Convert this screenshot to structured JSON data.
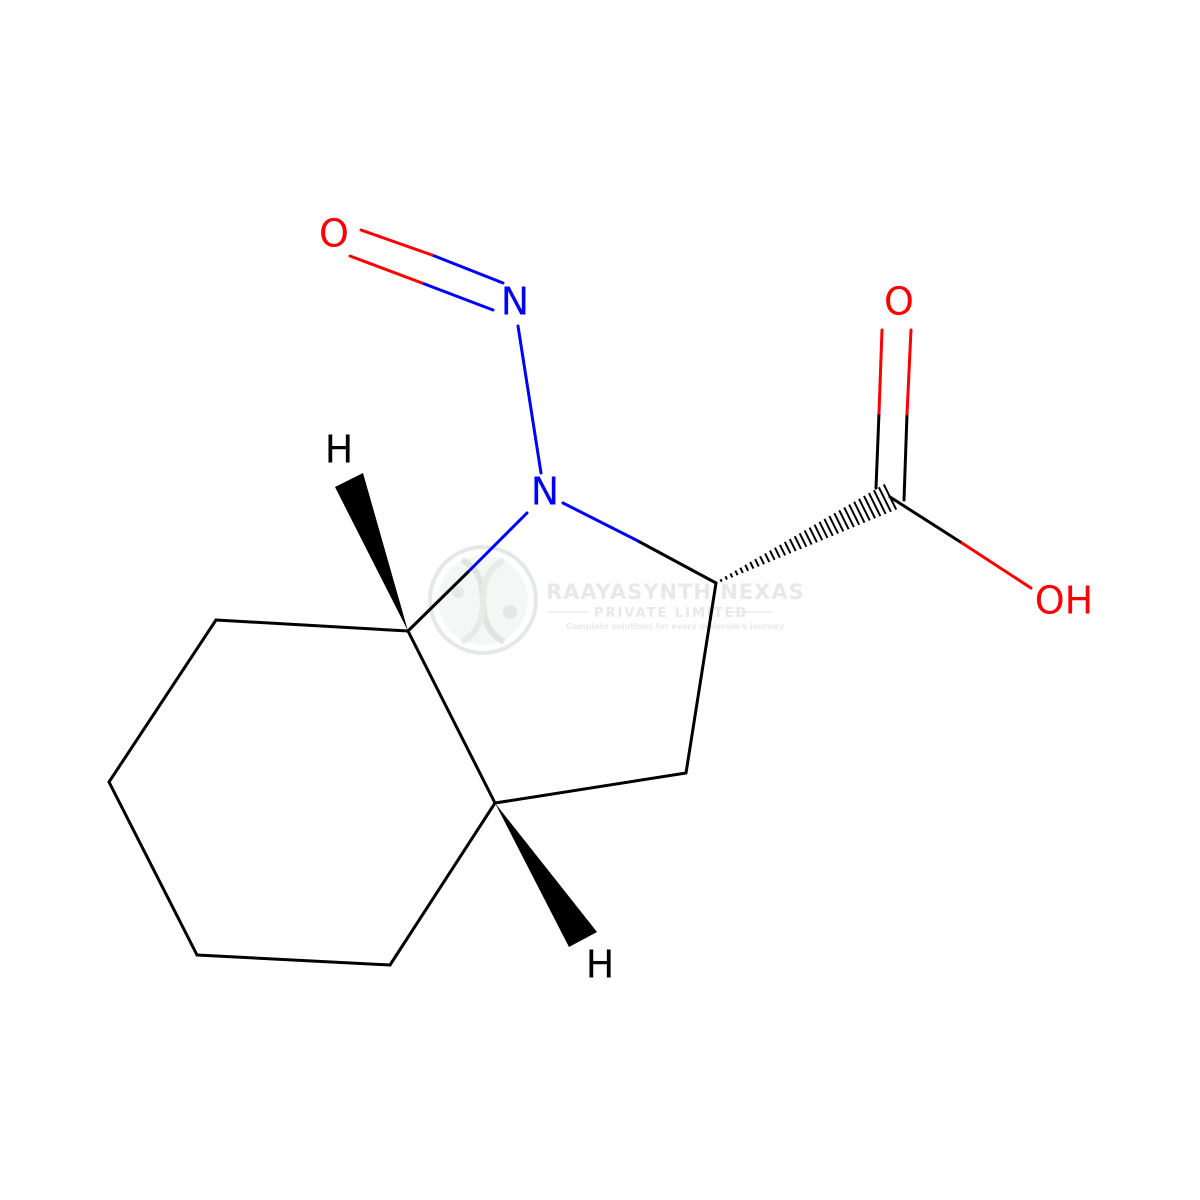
{
  "molecule": {
    "atoms": {
      "o_nitroso": "O",
      "n_nitroso": "N",
      "n_ring": "N",
      "h_top": "H",
      "h_bottom": "H",
      "o_carbonyl": "O",
      "oh": "OH"
    }
  },
  "watermark": {
    "title": "RAAYASYNTH NEXAS",
    "subtitle": "PRIVATE LIMITED",
    "tagline": "Complete solutions for every molecule's journey"
  },
  "colors": {
    "bond": "#000000",
    "nitrogen": "#0000ff",
    "oxygen": "#ff0000",
    "watermark": "#c8d2cc"
  }
}
